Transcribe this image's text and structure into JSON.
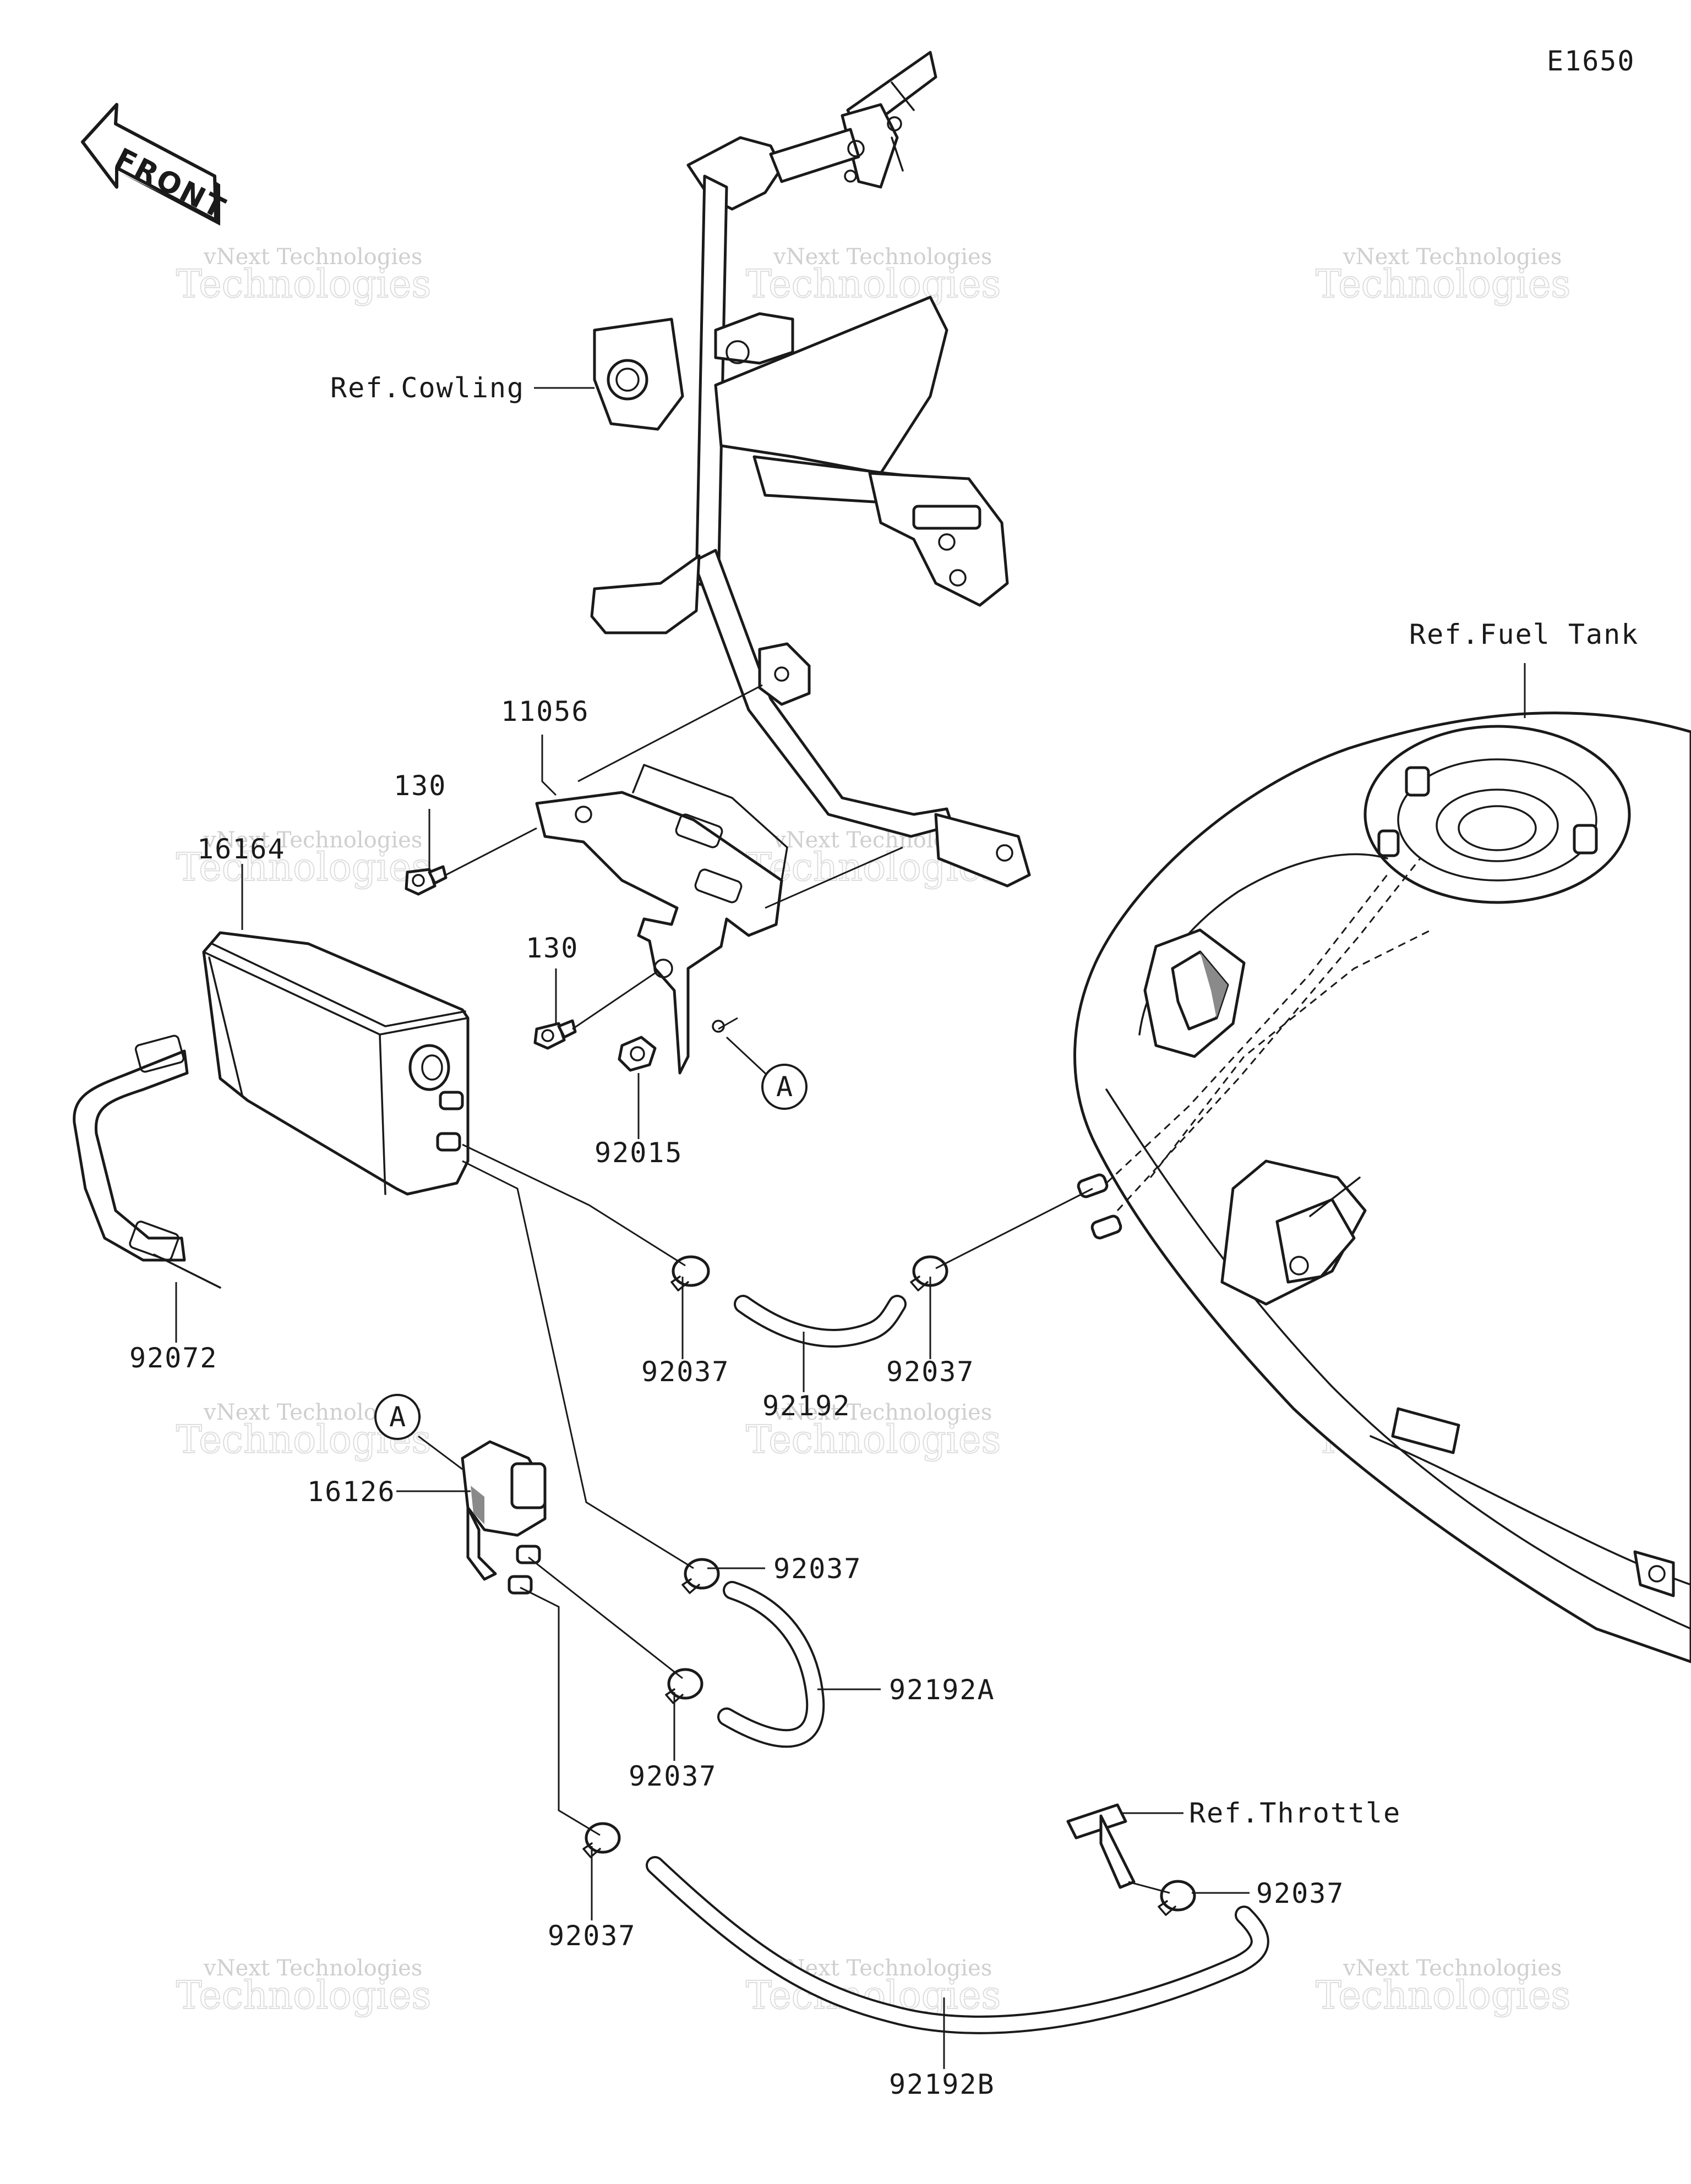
{
  "diagram": {
    "code": "E1650",
    "front_label": "FRONT",
    "watermark_line1": "vNext Technologies",
    "watermark_line2": "Technologies",
    "refs": {
      "cowling": "Ref.Cowling",
      "fuel_tank": "Ref.Fuel Tank",
      "throttle": "Ref.Throttle"
    },
    "callouts": {
      "bracket": "11056",
      "bolt_upper": "130",
      "bolt_lower": "130",
      "canister": "16164",
      "nut": "92015",
      "band": "92072",
      "valve": "16126",
      "clamp_1": "92037",
      "clamp_2": "92037",
      "clamp_3": "92037",
      "clamp_4": "92037",
      "clamp_5": "92037",
      "clamp_6": "92037",
      "hose_1": "92192",
      "hose_a": "92192A",
      "hose_b": "92192B",
      "marker_a_1": "A",
      "marker_a_2": "A"
    }
  }
}
